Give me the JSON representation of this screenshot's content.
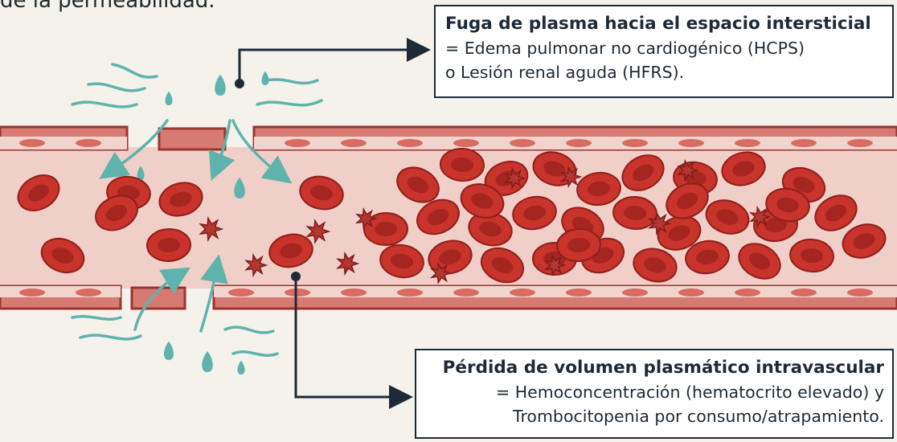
{
  "header": {
    "partial_text": "de la permeabilidad."
  },
  "callouts": {
    "plasma_leak": {
      "title": "Fuga de plasma hacia el espacio intersticial",
      "line1": "= Edema pulmonar no cardiogénico (HCPS)",
      "line2": "o Lesión renal aguda (HFRS)."
    },
    "volume_loss": {
      "title": "Pérdida de volumen plasmático intravascular",
      "line1": "= Hemoconcentración (hematocrito elevado) y",
      "line2": "Trombocitopenia por consumo/atrapamiento."
    }
  },
  "colors": {
    "background": "#f4f2ea",
    "vessel_wall": "#c9524f",
    "lumen": "#f0cfc9",
    "red_cell": "#c8332c",
    "red_cell_center": "#a52520",
    "platelet": "#b53530",
    "fluid": "#5fb3ad",
    "connector": "#1e2a36"
  }
}
